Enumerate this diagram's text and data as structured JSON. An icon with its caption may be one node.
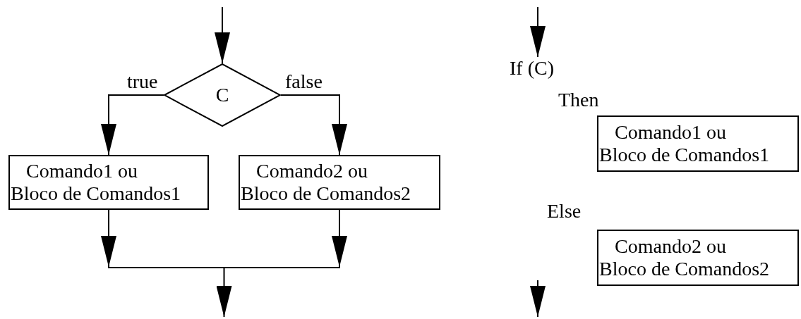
{
  "diagram": {
    "nodes": [
      {
        "text": [
          "C"
        ]
      },
      {
        "text": [
          "Comando1 ou Bloco de Comandos1"
        ]
      },
      {
        "text": [
          "Comando2 ou Bloco de Comandos2"
        ]
      },
      {
        "text": [],
        "shape": "bar"
      },
      {
        "text": [
          "If (C)"
        ]
      },
      {
        "text": [
          "Then"
        ]
      },
      {
        "text": [
          "Comando1 ou Bloco de Comandos1"
        ]
      },
      {
        "text": [
          "Else"
        ]
      },
      {
        "text": [
          "Comando2 ou Bloco de Comandos2"
        ]
      }
    ],
    "edges": [
      {
        "from": null,
        "to": 0,
        "arrow": "to"
      },
      {
        "from": 0,
        "to": 1,
        "arrow": "to",
        "label": "true"
      },
      {
        "from": 0,
        "to": 2,
        "arrow": "to",
        "label": "false"
      },
      {
        "from": 1,
        "to": 3,
        "arrow": "to"
      },
      {
        "from": 2,
        "to": 3,
        "arrow": "to"
      },
      {
        "from": 3,
        "to": null,
        "arrow": "to"
      },
      {
        "from": null,
        "to": 4,
        "arrow": "to"
      }
    ]
  }
}
